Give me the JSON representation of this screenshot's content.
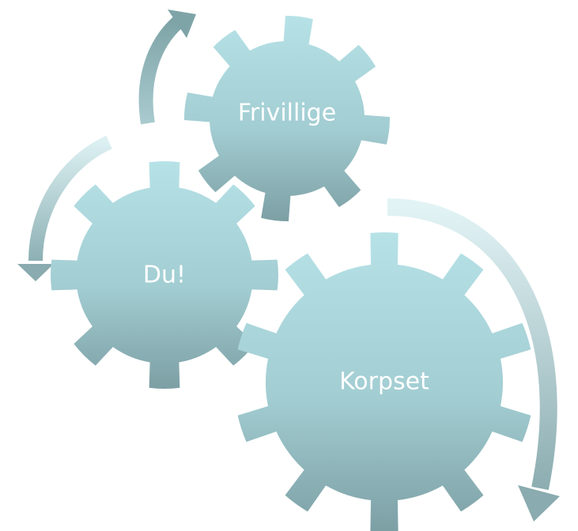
{
  "diagram": {
    "gears": [
      {
        "id": "frivillige",
        "label": "Frivillige"
      },
      {
        "id": "du",
        "label": "Du!"
      },
      {
        "id": "korpset",
        "label": "Korpset"
      }
    ],
    "colors": {
      "gear_top": "#b3e0e5",
      "gear_bottom": "#7ea3a8",
      "arrow_light": "#d8eef0",
      "arrow_dark": "#8fb2b6",
      "background": "#ffffff"
    }
  }
}
